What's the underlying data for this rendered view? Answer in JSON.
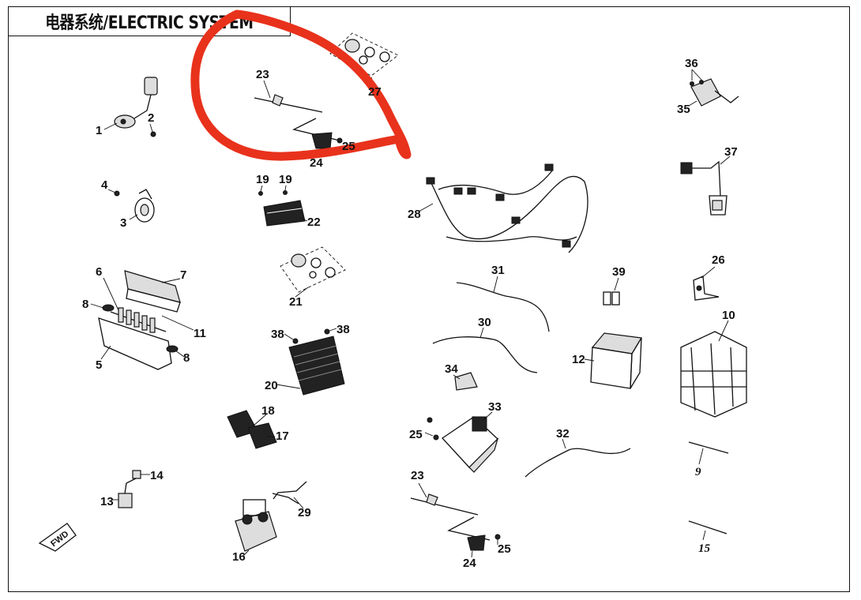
{
  "title": "电器系统/ELECTRIC SYSTEM",
  "labels": {
    "n1": "1",
    "n2": "2",
    "n3": "3",
    "n4": "4",
    "n5": "5",
    "n6": "6",
    "n7": "7",
    "n8a": "8",
    "n8b": "8",
    "n9": "9",
    "n10": "10",
    "n11": "11",
    "n12": "12",
    "n13": "13",
    "n14": "14",
    "n15": "15",
    "n16": "16",
    "n17": "17",
    "n18": "18",
    "n19a": "19",
    "n19b": "19",
    "n20": "20",
    "n21": "21",
    "n22": "22",
    "n23a": "23",
    "n23b": "23",
    "n24a": "24",
    "n24b": "24",
    "n25a": "25",
    "n25b": "25",
    "n25c": "25",
    "n26": "26",
    "n27": "27",
    "n28": "28",
    "n29": "29",
    "n30": "30",
    "n31": "31",
    "n32": "32",
    "n33": "33",
    "n34": "34",
    "n35": "35",
    "n36": "36",
    "n37": "37",
    "n38a": "38",
    "n38b": "38",
    "n39": "39"
  },
  "fwd_label": "FWD",
  "annotation": {
    "color": "#e8321c",
    "shape": "hand-drawn circle around part 23 / 24 / 27 group"
  }
}
